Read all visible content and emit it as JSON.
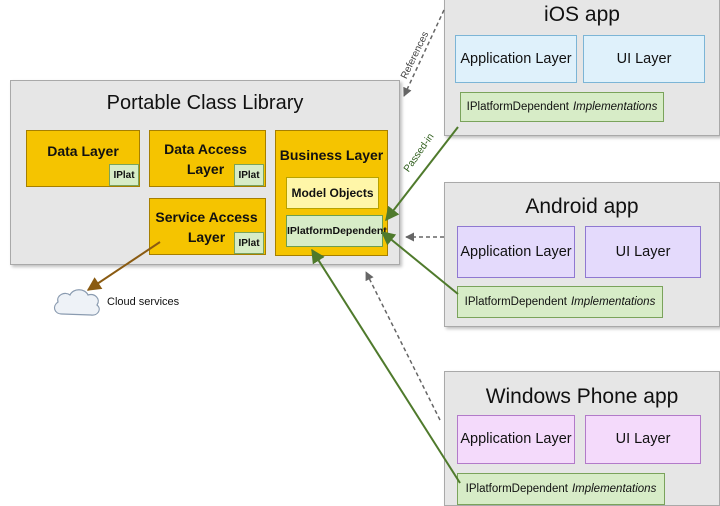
{
  "pcl": {
    "title": "Portable Class Library",
    "data_layer": "Data Layer",
    "data_access_layer": "Data Access Layer",
    "business_layer": "Business Layer",
    "service_access_layer": "Service Access Layer",
    "model_objects": "Model Objects",
    "iplatform_dependent": "IPlatformDependent",
    "iplat": "IPlat"
  },
  "cloud": {
    "label": "Cloud services"
  },
  "ios": {
    "title": "iOS app",
    "application_layer": "Application Layer",
    "ui_layer": "UI Layer",
    "impl_prefix": "IPlatformDependent",
    "impl_suffix": "Implementations"
  },
  "android": {
    "title": "Android app",
    "application_layer": "Application Layer",
    "ui_layer": "UI Layer",
    "impl_prefix": "IPlatformDependent",
    "impl_suffix": "Implementations"
  },
  "wp": {
    "title": "Windows Phone app",
    "application_layer": "Application Layer",
    "ui_layer": "UI Layer",
    "impl_prefix": "IPlatformDependent",
    "impl_suffix": "Implementations"
  },
  "edge_labels": {
    "references": "References",
    "passed_in": "Passed-in"
  },
  "colors": {
    "panel": "#e6e6e6",
    "layer_yellow": "#f5c400",
    "iplat_green": "#d7ecc7",
    "ios_blue": "#dff1fb",
    "android_purple": "#e4dafc",
    "wp_pink": "#f4dafb",
    "arrow_green": "#4f7a2c",
    "arrow_brown": "#8a5b12",
    "arrow_dashed": "#666666"
  }
}
